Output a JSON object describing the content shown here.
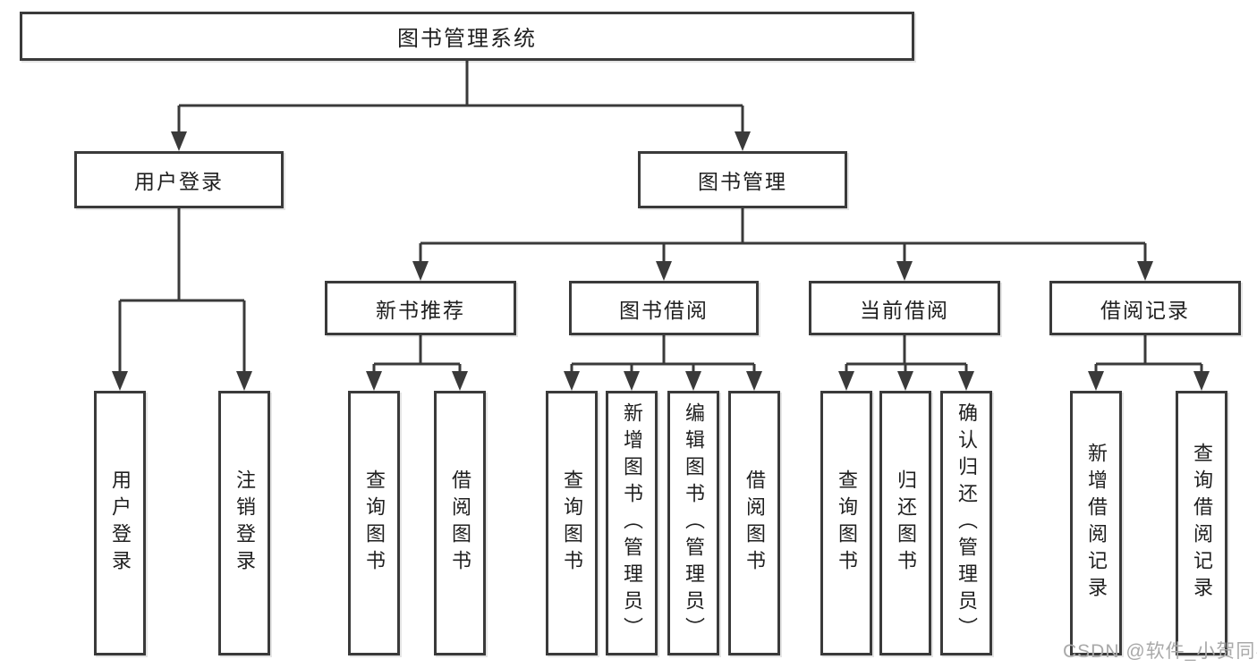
{
  "colors": {
    "line": "#3a3a3a",
    "border": "#3a3a3a",
    "text": "#1f1f1f",
    "background": "#ffffff",
    "watermark_color": "#a9a9a9"
  },
  "watermark": "CSDN @软件_小贺同学",
  "tree": {
    "root": {
      "label": "图书管理系统",
      "children": [
        {
          "label": "用户登录",
          "children": [
            {
              "label": "用户登录"
            },
            {
              "label": "注销登录"
            }
          ]
        },
        {
          "label": "图书管理",
          "children": [
            {
              "label": "新书推荐",
              "children": [
                {
                  "label": "查询图书"
                },
                {
                  "label": "借阅图书"
                }
              ]
            },
            {
              "label": "图书借阅",
              "children": [
                {
                  "label": "查询图书"
                },
                {
                  "label": "新增图书（管理员）"
                },
                {
                  "label": "编辑图书（管理员）"
                },
                {
                  "label": "借阅图书"
                }
              ]
            },
            {
              "label": "当前借阅",
              "children": [
                {
                  "label": "查询图书"
                },
                {
                  "label": "归还图书"
                },
                {
                  "label": "确认归还（管理员）"
                }
              ]
            },
            {
              "label": "借阅记录",
              "children": [
                {
                  "label": "新增借阅记录"
                },
                {
                  "label": "查询借阅记录"
                }
              ]
            }
          ]
        }
      ]
    }
  }
}
